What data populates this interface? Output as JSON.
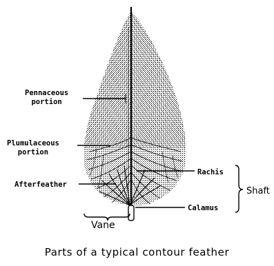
{
  "labels": {
    "pennaceous_line1": "Pennaceous",
    "pennaceous_line2": "portion",
    "plumulaceous_line1": "Plumulaceous",
    "plumulaceous_line2": "portion",
    "afterfeather": "Afterfeather",
    "rachis": "Rachis",
    "calamus": "Calamus",
    "shaft": "Shaft",
    "vane": "Vane"
  },
  "caption": "Parts of a typical contour feather",
  "colors": {
    "ink": "#000000",
    "background": "#ffffff"
  }
}
